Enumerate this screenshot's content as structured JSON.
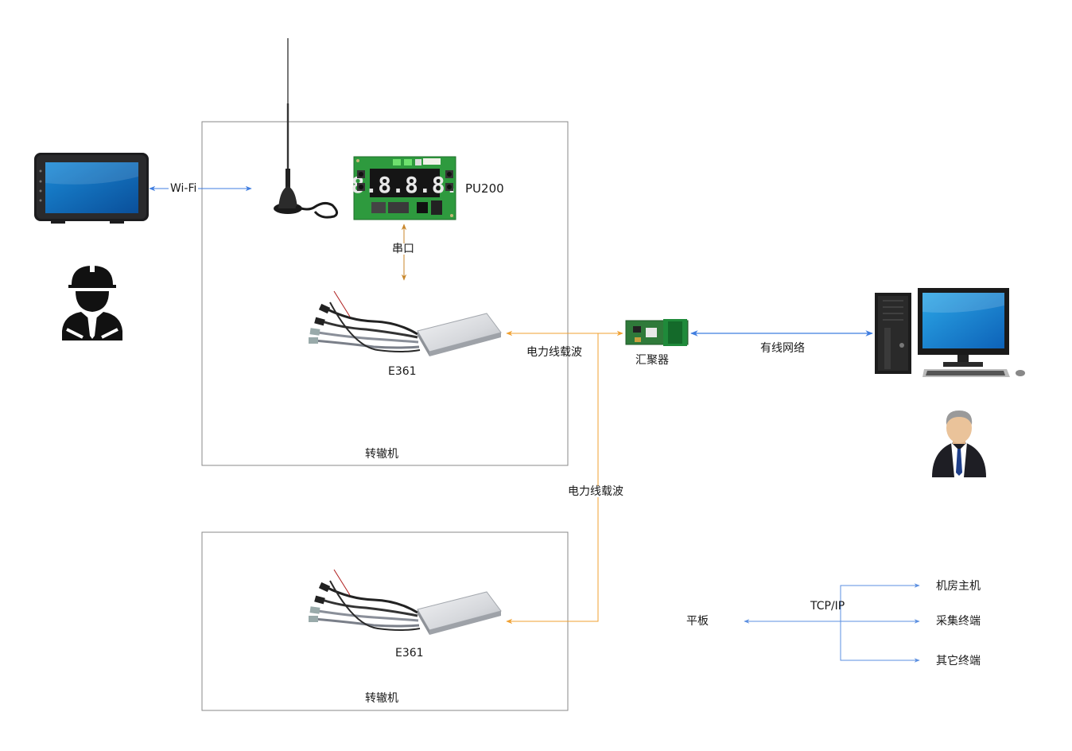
{
  "labels": {
    "wifi": "Wi-Fi",
    "pu200": "PU200",
    "serial": "串口",
    "e361_top": "E361",
    "e361_bottom": "E361",
    "plc_1": "电力线载波",
    "plc_2": "电力线载波",
    "concentrator": "汇聚器",
    "wired": "有线网络",
    "frame_top": "转辙机",
    "frame_bottom": "转辙机",
    "legend_tablet": "平板",
    "legend_tcpip": "TCP/IP",
    "legend_host": "机房主机",
    "legend_collect": "采集终端",
    "legend_other": "其它终端",
    "display_digits": "8.8.8.8."
  },
  "colors": {
    "plc_arrow": "#f0a030",
    "serial_arrow": "#c8862a",
    "network_arrow": "#3f7de0",
    "legend_arrow": "#5b8fe0",
    "frame": "#888888"
  },
  "icons": {
    "tablet": "tablet-icon",
    "antenna": "antenna-icon",
    "pu200": "circuit-board-icon",
    "engineer": "engineer-icon",
    "e361": "sensor-module-icon",
    "concentrator": "concentrator-board-icon",
    "computer": "desktop-computer-icon",
    "manager": "businessman-icon"
  }
}
